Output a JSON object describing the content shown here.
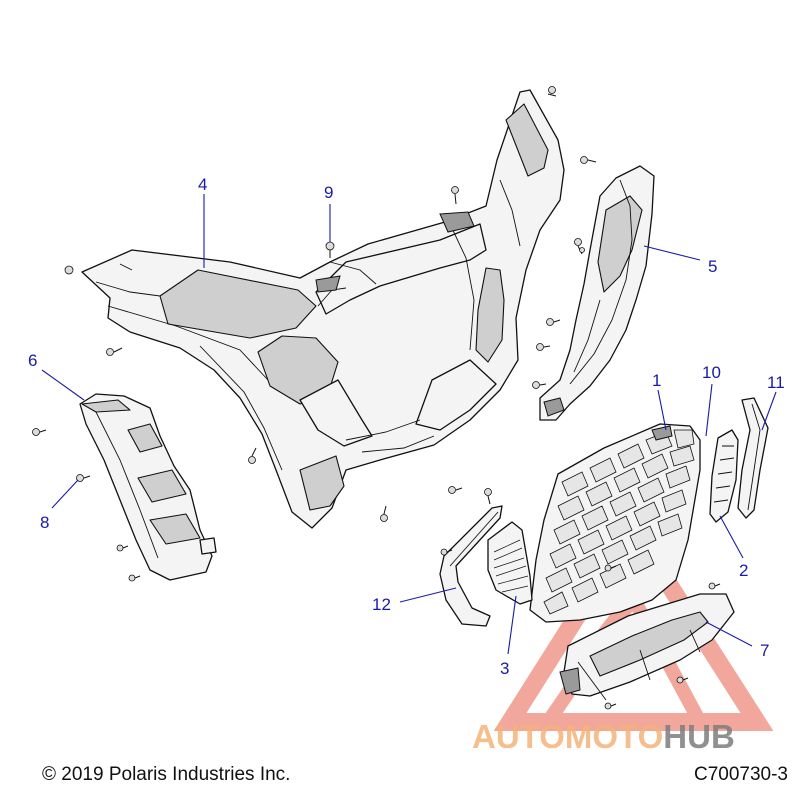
{
  "callouts": [
    "1",
    "2",
    "3",
    "4",
    "5",
    "6",
    "7",
    "8",
    "9",
    "10",
    "11",
    "12"
  ],
  "footer": {
    "copyright": "© 2019 Polaris Industries Inc.",
    "drawing_number": "C700730-3"
  },
  "watermark": {
    "part1": "AUTOMOTO",
    "part2": "HUB",
    "color_primary": "#f08a7a",
    "color_accent": "#f5b27a",
    "color_secondary": "#7d7d7d"
  },
  "colors": {
    "callout": "#1a1aa8"
  }
}
